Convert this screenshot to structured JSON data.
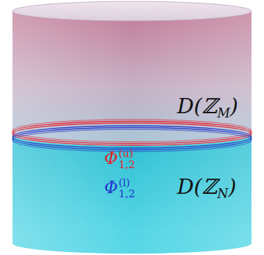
{
  "diagram": {
    "labels": [
      "D(ℤ",
      "M",
      ")",
      "Φ",
      "(u)",
      "1,2",
      "Φ",
      "(l)",
      "1,2",
      "D(ℤ",
      "N",
      ")"
    ]
  }
}
